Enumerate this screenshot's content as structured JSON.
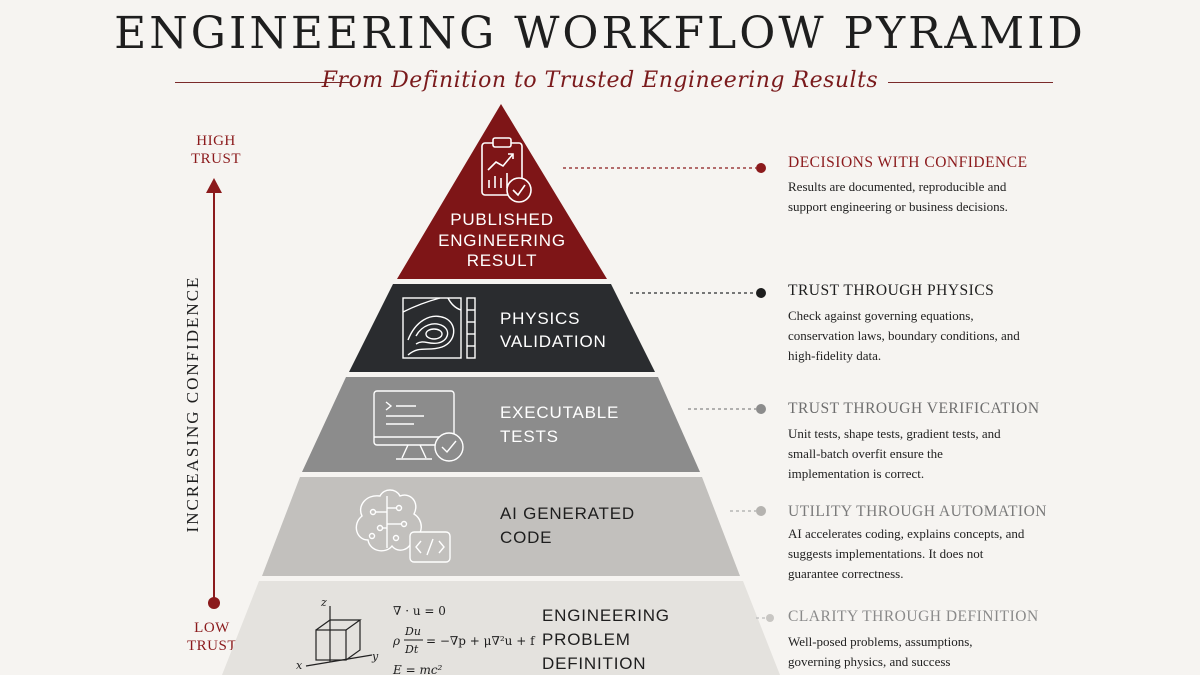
{
  "header": {
    "title": "ENGINEERING WORKFLOW PYRAMID",
    "subtitle": "From Definition to Trusted Engineering Results"
  },
  "axis": {
    "high_line1": "HIGH",
    "high_line2": "TRUST",
    "low_line1": "LOW",
    "low_line2": "TRUST",
    "label": "INCREASING CONFIDENCE"
  },
  "tiers": [
    {
      "label_lines": [
        "PUBLISHED",
        "ENGINEERING",
        "RESULT"
      ],
      "icon": "clipboard-chart-icon",
      "heading": "DECISIONS WITH CONFIDENCE",
      "description": "Results are documented, reproducible and support engineering or business decisions."
    },
    {
      "label_lines": [
        "PHYSICS",
        "VALIDATION"
      ],
      "icon": "contour-map-icon",
      "heading": "TRUST THROUGH PHYSICS",
      "description": "Check against governing equations, conservation laws, boundary conditions, and high-fidelity data."
    },
    {
      "label_lines": [
        "EXECUTABLE",
        "TESTS"
      ],
      "icon": "monitor-check-icon",
      "heading": "TRUST THROUGH VERIFICATION",
      "description": "Unit tests, shape tests, gradient tests, and small-batch overfit ensure the implementation is correct."
    },
    {
      "label_lines": [
        "AI GENERATED",
        "CODE"
      ],
      "icon": "brain-code-icon",
      "heading": "UTILITY THROUGH AUTOMATION",
      "description": "AI accelerates coding, explains concepts, and suggests implementations. It does not guarantee correctness."
    },
    {
      "label_lines": [
        "ENGINEERING",
        "PROBLEM",
        "DEFINITION"
      ],
      "icon": "cube-axes-icon",
      "heading": "CLARITY THROUGH DEFINITION",
      "description": "Well-posed problems, assumptions, governing physics, and success"
    }
  ],
  "equations": {
    "eq1": "∇ · u = 0",
    "eq2_lhs": "ρ",
    "eq2_num": "Du",
    "eq2_den": "Dt",
    "eq2_rhs": "= −∇p + μ∇²u + f",
    "eq3": "E = mc²",
    "axis_z": "z",
    "axis_x": "x",
    "axis_y": "y"
  },
  "colors": {
    "accent": "#8b1a1c",
    "tier1": "#7e1517",
    "tier2": "#2a2c2f",
    "tier3": "#8c8c8c",
    "tier4": "#c2c0bd",
    "tier5": "#e4e2de"
  }
}
